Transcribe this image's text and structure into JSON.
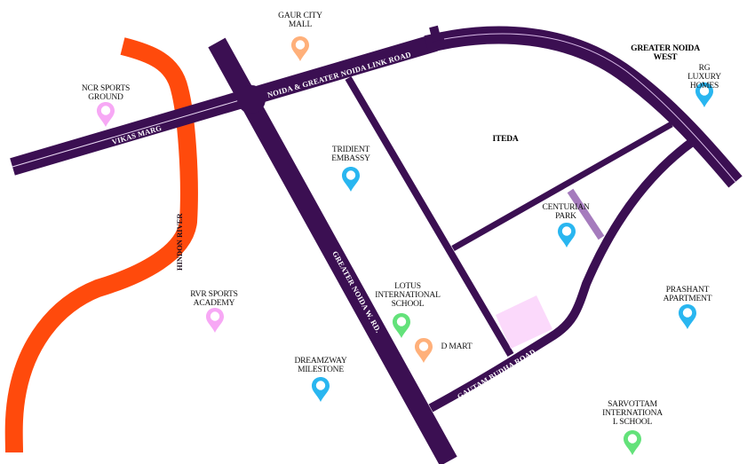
{
  "map": {
    "colors": {
      "road": "#3b0f52",
      "road_light": "#a57bbd",
      "river": "#ff4a0c",
      "plot": "#fbd9fb",
      "pin_blue": "#29b6f0",
      "pin_pink": "#f7a8f5",
      "pin_orange": "#ffb07a",
      "pin_green": "#63e27a"
    },
    "area_labels": {
      "greater_noida_west": "GREATER NOIDA\nWEST",
      "iteda": "ITEDA"
    },
    "roads": {
      "vikas_marg": "VIKAS MARG",
      "link_road": "NOIDA & GREATER NOIDA LINK ROAD",
      "greater_noida_w_rd": "GREATER NOIDA W. RD.",
      "gautam_budha_road": "GAUTAM BUDHA ROAD"
    },
    "river": {
      "name": "HINDON RIVER"
    },
    "places": [
      {
        "id": "gaur-city-mall",
        "label": "GAUR CITY\nMALL",
        "color": "orange"
      },
      {
        "id": "ncr-sports-ground",
        "label": "NCR SPORTS\nGROUND",
        "color": "pink"
      },
      {
        "id": "trident-embassy",
        "label": "TRIDIENT\nEMBASSY",
        "color": "blue"
      },
      {
        "id": "rg-luxury-homes",
        "label": "RG LUXURY\nHOMES",
        "color": "blue"
      },
      {
        "id": "centurian-park",
        "label": "CENTURIAN\nPARK",
        "color": "blue"
      },
      {
        "id": "rvr-sports-academy",
        "label": "RVR SPORTS\nACADEMY",
        "color": "pink"
      },
      {
        "id": "lotus-international-school",
        "label": "LOTUS\nINTERNATIONAL\nSCHOOL",
        "color": "green"
      },
      {
        "id": "d-mart",
        "label": "D MART",
        "color": "orange"
      },
      {
        "id": "dreamzway-milestone",
        "label": "DREAMZWAY\nMILESTONE",
        "color": "blue"
      },
      {
        "id": "prashant-apartment",
        "label": "PRASHANT\nAPARTMENT",
        "color": "blue"
      },
      {
        "id": "sarvottam-international-school",
        "label": "SARVOTTAM\nINTERNATIONA\nL SCHOOL",
        "color": "green"
      }
    ]
  }
}
